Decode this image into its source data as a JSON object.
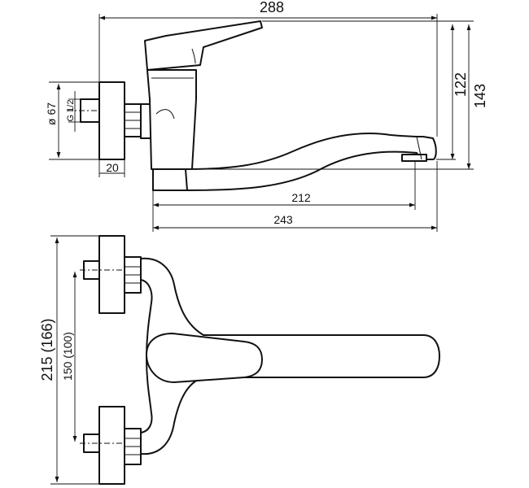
{
  "dimensions": {
    "overall_length": "288",
    "height_122": "122",
    "height_143": "143",
    "diameter_67": "ø 67",
    "thread": "G 1/2",
    "flange_depth": "20",
    "spout_212": "212",
    "spout_243": "243",
    "height_215": "215 (166)",
    "centers_150": "150 (100)"
  }
}
